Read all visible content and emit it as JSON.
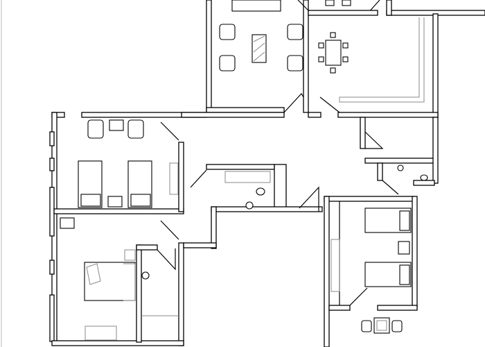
{
  "plan": {
    "rooms": [
      "living-room",
      "dining-room",
      "kitchen",
      "bedroom-twin",
      "bedroom-master",
      "bathroom",
      "bathroom-2",
      "bedroom-twin-2",
      "hallway",
      "balcony"
    ],
    "colors": {
      "line": "#000000",
      "background": "#ffffff",
      "fixture": "#888888"
    }
  }
}
